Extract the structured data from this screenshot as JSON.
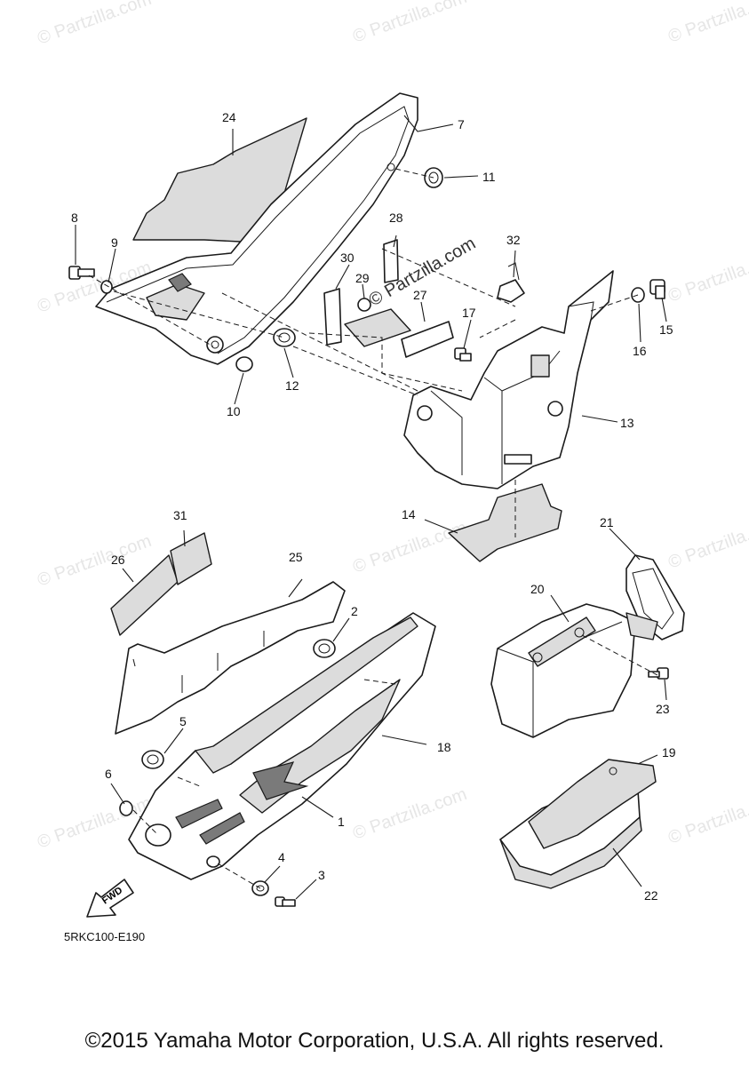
{
  "diagram": {
    "code": "5RKC100-E190",
    "fwd_label": "FWD",
    "watermark": "© Partzilla.com",
    "copyright": "©2015 Yamaha Motor Corporation, U.S.A. All rights reserved."
  },
  "callouts": {
    "c1": "1",
    "c2": "2",
    "c3": "3",
    "c4": "4",
    "c5": "5",
    "c6": "6",
    "c7": "7",
    "c8": "8",
    "c9": "9",
    "c10": "10",
    "c11": "11",
    "c12": "12",
    "c13": "13",
    "c14": "14",
    "c15": "15",
    "c16": "16",
    "c17": "17",
    "c18": "18",
    "c19": "19",
    "c20": "20",
    "c21": "21",
    "c22": "22",
    "c23": "23",
    "c24": "24",
    "c25": "25",
    "c26": "26",
    "c27": "27",
    "c28": "28",
    "c29": "29",
    "c30": "30",
    "c31": "31",
    "c32": "32"
  }
}
